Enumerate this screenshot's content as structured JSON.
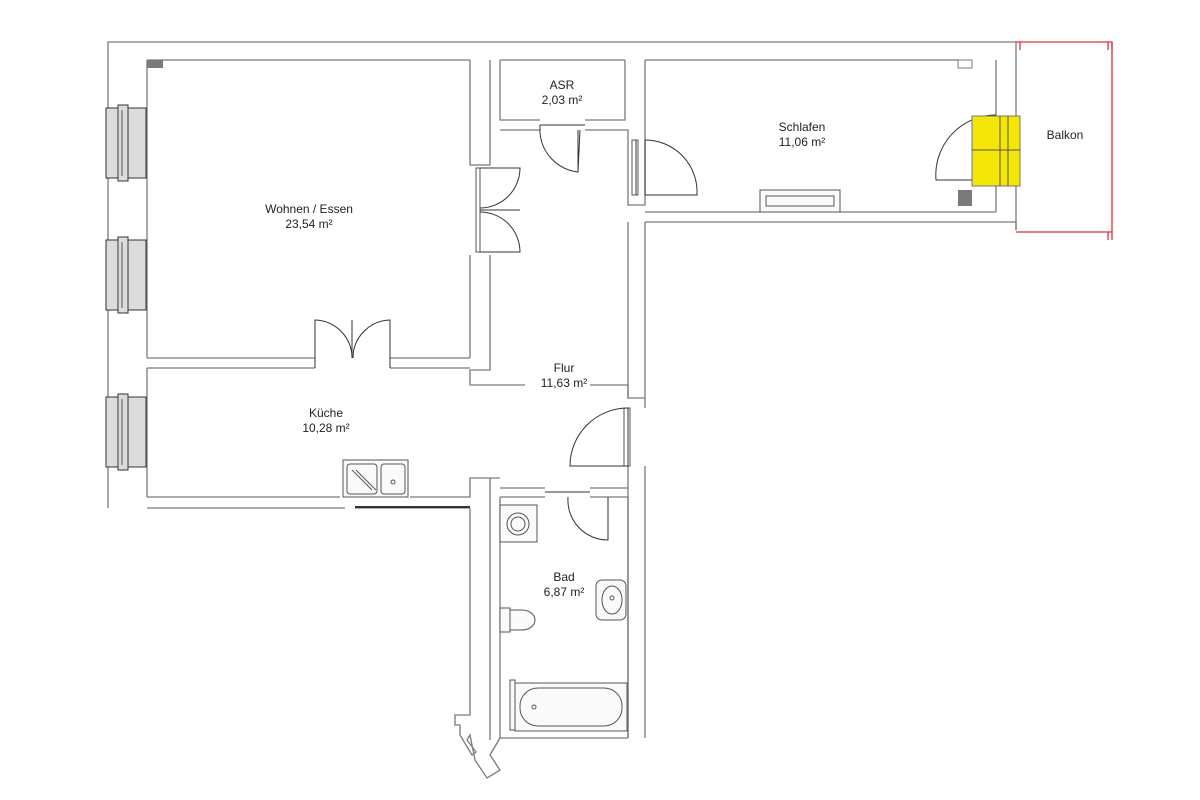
{
  "rooms": {
    "wohnen": {
      "name": "Wohnen / Essen",
      "area": "23,54 m²"
    },
    "asr": {
      "name": "ASR",
      "area": "2,03 m²"
    },
    "schlafen": {
      "name": "Schlafen",
      "area": "11,06 m²"
    },
    "balkon": {
      "name": "Balkon"
    },
    "flur": {
      "name": "Flur",
      "area": "11,63 m²"
    },
    "kueche": {
      "name": "Küche",
      "area": "10,28 m²"
    },
    "bad": {
      "name": "Bad",
      "area": "6,87 m²"
    }
  },
  "colors": {
    "wall": "#7a7a7a",
    "balcony_outline": "#e0303a",
    "highlight_window": "#f5e60a"
  }
}
